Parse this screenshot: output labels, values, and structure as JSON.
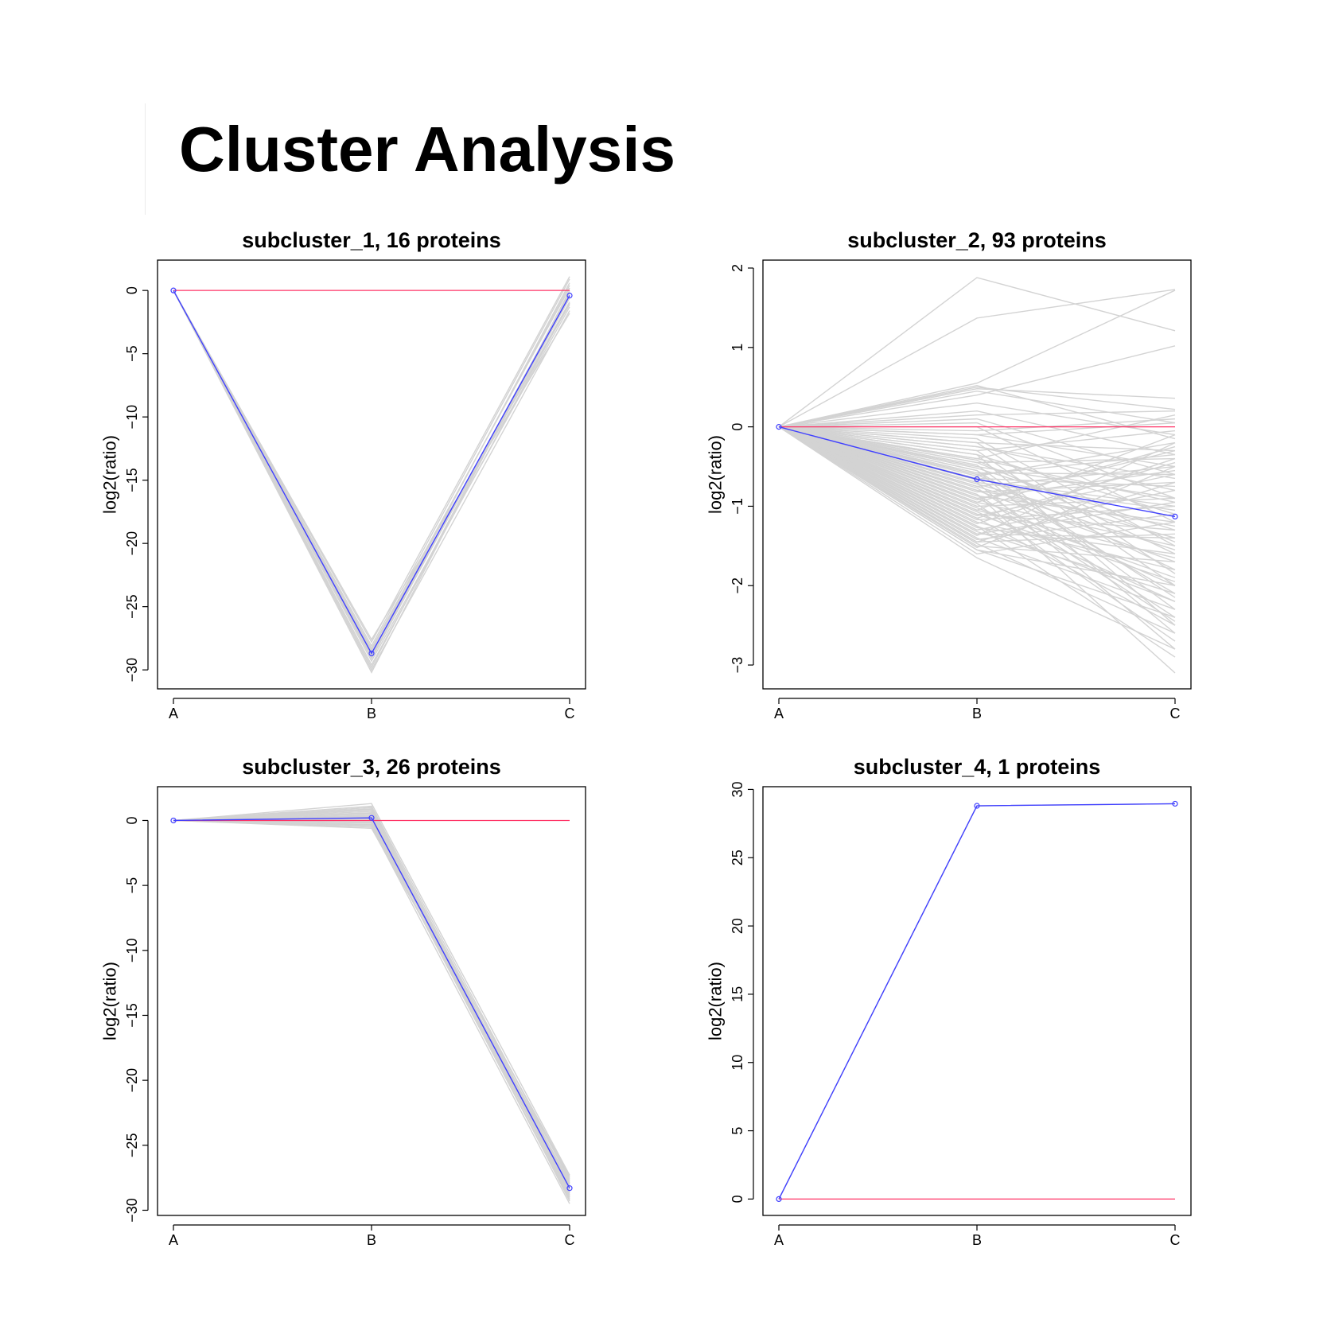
{
  "page": {
    "title": "Cluster Analysis"
  },
  "colors": {
    "member_lines": "#d3d3d3",
    "centroid": "#4040ff",
    "zero_line": "#ff3366",
    "axis": "#000000"
  },
  "chart_data": [
    {
      "type": "line",
      "title": "subcluster_1, 16 proteins",
      "ylabel": "log2(ratio)",
      "categories": [
        "A",
        "B",
        "C"
      ],
      "yticks": [
        0,
        -5,
        -10,
        -15,
        -20,
        -25,
        -30
      ],
      "ylim": [
        -31.5,
        2.4
      ],
      "centroid": [
        0,
        -28.7,
        -0.4
      ],
      "reference": 0,
      "members": [
        [
          0,
          -28.1,
          0.9
        ],
        [
          0,
          -28.5,
          0.4
        ],
        [
          0,
          -29.0,
          -0.2
        ],
        [
          0,
          -29.6,
          -1.0
        ],
        [
          0,
          -30.0,
          -1.6
        ],
        [
          0,
          -27.8,
          1.1
        ],
        [
          0,
          -28.9,
          -0.6
        ],
        [
          0,
          -29.3,
          -1.3
        ],
        [
          0,
          -28.3,
          0.2
        ],
        [
          0,
          -28.7,
          -0.9
        ],
        [
          0,
          -29.8,
          -0.1
        ],
        [
          0,
          -27.6,
          -1.8
        ],
        [
          0,
          -28.8,
          0.6
        ],
        [
          0,
          -29.1,
          -0.4
        ],
        [
          0,
          -28.4,
          -1.1
        ],
        [
          0,
          -30.2,
          0.0
        ]
      ]
    },
    {
      "type": "line",
      "title": "subcluster_2, 93 proteins",
      "ylabel": "log2(ratio)",
      "categories": [
        "A",
        "B",
        "C"
      ],
      "yticks": [
        2,
        1,
        0,
        -1,
        -2,
        -3
      ],
      "ylim": [
        -3.3,
        2.1
      ],
      "centroid": [
        0,
        -0.66,
        -1.13
      ],
      "reference": 0,
      "members": [
        [
          0,
          1.88,
          1.21
        ],
        [
          0,
          1.37,
          1.73
        ],
        [
          0,
          0.55,
          1.72
        ],
        [
          0,
          0.48,
          0.36
        ],
        [
          0,
          0.4,
          1.02
        ],
        [
          0,
          0.5,
          0.22
        ],
        [
          0,
          0.3,
          -0.1
        ],
        [
          0,
          0.2,
          -0.35
        ],
        [
          0,
          0.15,
          0.2
        ],
        [
          0,
          0.1,
          -0.6
        ],
        [
          0,
          0.05,
          -0.9
        ],
        [
          0,
          0.0,
          -1.2
        ],
        [
          0,
          -0.05,
          0.1
        ],
        [
          0,
          -0.1,
          -0.5
        ],
        [
          0,
          -0.15,
          -1.5
        ],
        [
          0,
          -0.2,
          -0.3
        ],
        [
          0,
          -0.25,
          -0.8
        ],
        [
          0,
          -0.3,
          -2.0
        ],
        [
          0,
          -0.35,
          -1.1
        ],
        [
          0,
          -0.4,
          0.15
        ],
        [
          0,
          -0.42,
          -1.6
        ],
        [
          0,
          -0.45,
          -0.4
        ],
        [
          0,
          -0.48,
          -2.3
        ],
        [
          0,
          -0.5,
          -0.9
        ],
        [
          0,
          -0.52,
          -1.3
        ],
        [
          0,
          -0.55,
          -2.6
        ],
        [
          0,
          -0.58,
          -0.6
        ],
        [
          0,
          -0.6,
          -1.8
        ],
        [
          0,
          -0.62,
          -0.2
        ],
        [
          0,
          -0.65,
          -2.1
        ],
        [
          0,
          -0.67,
          -1.0
        ],
        [
          0,
          -0.7,
          -2.8
        ],
        [
          0,
          -0.72,
          -1.4
        ],
        [
          0,
          -0.75,
          -0.5
        ],
        [
          0,
          -0.77,
          -2.4
        ],
        [
          0,
          -0.8,
          -1.7
        ],
        [
          0,
          -0.82,
          -0.7
        ],
        [
          0,
          -0.85,
          -3.1
        ],
        [
          0,
          -0.87,
          -1.2
        ],
        [
          0,
          -0.9,
          -2.0
        ],
        [
          0,
          -0.92,
          -0.3
        ],
        [
          0,
          -0.95,
          -1.5
        ],
        [
          0,
          -0.97,
          -2.7
        ],
        [
          0,
          -1.0,
          -0.9
        ],
        [
          0,
          -1.02,
          -1.9
        ],
        [
          0,
          -1.05,
          -0.1
        ],
        [
          0,
          -1.07,
          -2.2
        ],
        [
          0,
          -1.1,
          -1.3
        ],
        [
          0,
          -1.12,
          -0.6
        ],
        [
          0,
          -1.15,
          -2.5
        ],
        [
          0,
          -1.17,
          -1.0
        ],
        [
          0,
          -1.2,
          -1.8
        ],
        [
          0,
          -1.22,
          -0.4
        ],
        [
          0,
          -1.25,
          -2.9
        ],
        [
          0,
          -1.27,
          -1.6
        ],
        [
          0,
          -1.3,
          -0.8
        ],
        [
          0,
          -1.32,
          -2.1
        ],
        [
          0,
          -1.35,
          -1.4
        ],
        [
          0,
          -1.37,
          -0.2
        ],
        [
          0,
          -1.4,
          -2.3
        ],
        [
          0,
          -1.42,
          -1.1
        ],
        [
          0,
          -1.45,
          -0.7
        ],
        [
          0,
          -1.47,
          -2.6
        ],
        [
          0,
          -1.5,
          -1.7
        ],
        [
          0,
          -1.52,
          -0.5
        ],
        [
          0,
          -1.55,
          -2.0
        ],
        [
          0,
          -1.6,
          -1.2
        ],
        [
          0,
          -1.65,
          -2.8
        ],
        [
          0,
          -0.1,
          0.05
        ],
        [
          0,
          -0.3,
          -0.05
        ],
        [
          0,
          -0.6,
          -0.35
        ],
        [
          0,
          -0.9,
          -0.55
        ],
        [
          0,
          -1.15,
          -0.45
        ],
        [
          0,
          -0.45,
          -1.45
        ],
        [
          0,
          -0.75,
          -1.55
        ],
        [
          0,
          -1.05,
          -1.65
        ],
        [
          0,
          -0.2,
          -1.85
        ],
        [
          0,
          -0.55,
          -2.15
        ],
        [
          0,
          -0.85,
          -2.45
        ],
        [
          0,
          -1.25,
          -2.2
        ],
        [
          0,
          -0.4,
          -0.95
        ],
        [
          0,
          -0.7,
          -1.05
        ],
        [
          0,
          -0.95,
          -0.25
        ],
        [
          0,
          -1.35,
          -0.95
        ],
        [
          0,
          -0.25,
          -0.65
        ],
        [
          0,
          -0.65,
          -0.75
        ],
        [
          0,
          -1.45,
          -1.35
        ],
        [
          0,
          -0.8,
          -1.25
        ],
        [
          0,
          -1.1,
          -1.95
        ],
        [
          0,
          0.52,
          -0.15
        ],
        [
          0,
          0.45,
          0.05
        ],
        [
          0,
          -1.55,
          -2.4
        ],
        [
          0,
          -0.35,
          -2.5
        ]
      ]
    },
    {
      "type": "line",
      "title": "subcluster_3, 26 proteins",
      "ylabel": "log2(ratio)",
      "categories": [
        "A",
        "B",
        "C"
      ],
      "yticks": [
        0,
        -5,
        -10,
        -15,
        -20,
        -25,
        -30
      ],
      "ylim": [
        -30.4,
        2.6
      ],
      "centroid": [
        0,
        0.2,
        -28.3
      ],
      "reference": 0,
      "members": [
        [
          0,
          1.3,
          -27.3
        ],
        [
          0,
          1.1,
          -27.7
        ],
        [
          0,
          0.9,
          -28.0
        ],
        [
          0,
          0.8,
          -28.6
        ],
        [
          0,
          0.6,
          -29.0
        ],
        [
          0,
          0.5,
          -29.3
        ],
        [
          0,
          0.4,
          -27.5
        ],
        [
          0,
          0.3,
          -28.2
        ],
        [
          0,
          0.2,
          -28.9
        ],
        [
          0,
          0.1,
          -27.9
        ],
        [
          0,
          0.0,
          -28.4
        ],
        [
          0,
          -0.1,
          -29.1
        ],
        [
          0,
          -0.2,
          -27.6
        ],
        [
          0,
          -0.3,
          -28.7
        ],
        [
          0,
          -0.4,
          -28.1
        ],
        [
          0,
          -0.5,
          -29.5
        ],
        [
          0,
          -0.6,
          -27.8
        ],
        [
          0,
          1.0,
          -28.5
        ],
        [
          0,
          0.7,
          -28.8
        ],
        [
          0,
          0.35,
          -27.4
        ],
        [
          0,
          -0.15,
          -29.2
        ],
        [
          0,
          0.25,
          -28.0
        ],
        [
          0,
          0.55,
          -28.3
        ],
        [
          0,
          -0.35,
          -28.6
        ],
        [
          0,
          0.15,
          -27.9
        ],
        [
          0,
          0.85,
          -29.0
        ]
      ]
    },
    {
      "type": "line",
      "title": "subcluster_4, 1 proteins",
      "ylabel": "log2(ratio)",
      "categories": [
        "A",
        "B",
        "C"
      ],
      "yticks": [
        0,
        5,
        10,
        15,
        20,
        25,
        30
      ],
      "ylim": [
        -1.2,
        30.2
      ],
      "centroid": [
        0,
        28.8,
        28.95
      ],
      "reference": 0,
      "members": [
        [
          0,
          28.8,
          28.95
        ]
      ]
    }
  ]
}
